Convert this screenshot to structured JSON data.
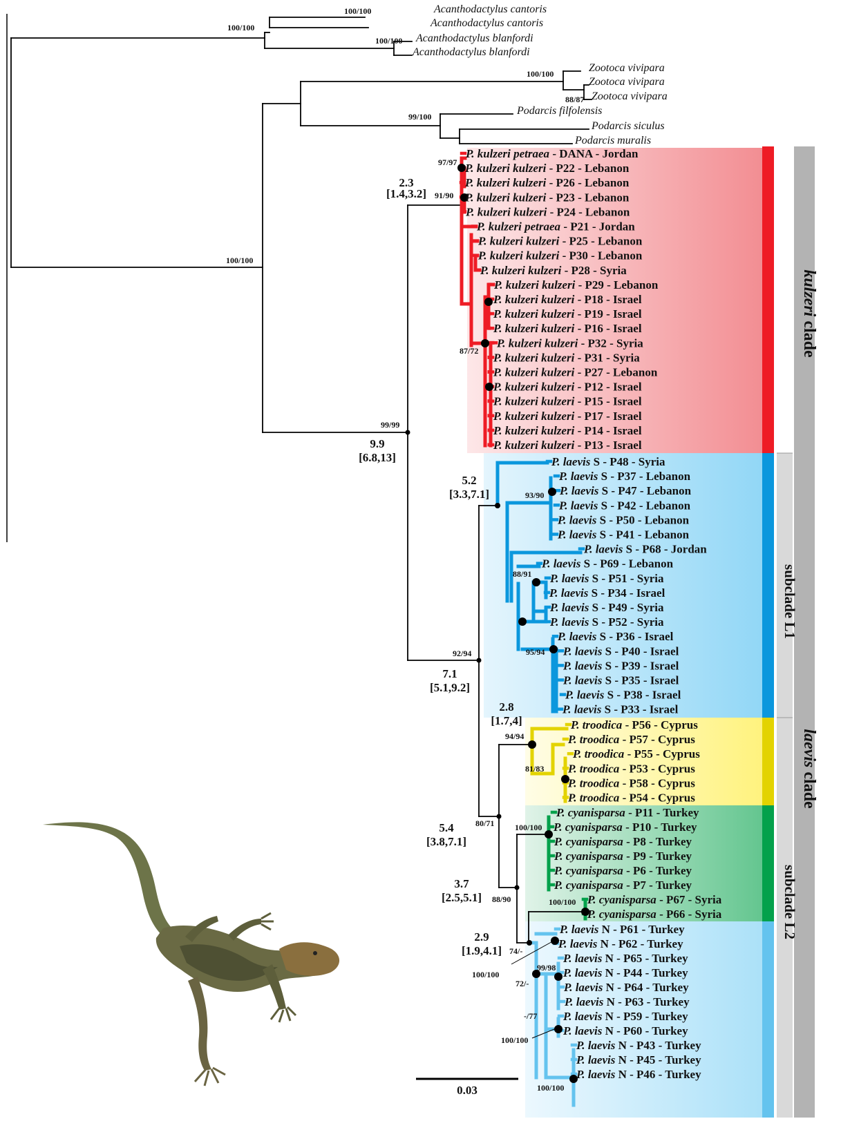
{
  "colors": {
    "kulzeri": "#ee1c25",
    "laevis_s": "#0b97dd",
    "troodica": "#e3d300",
    "cyanisparsa": "#04a14b",
    "laevis_n": "#64c3ee",
    "branch": "#000000",
    "clade_bar": "#b3b3b3",
    "subclade_bar": "#d9d9d9"
  },
  "outgroup_tips": [
    "Acanthodactylus cantoris",
    "Acanthodactylus cantoris",
    "Acanthodactylus blanfordi",
    "Acanthodactylus blanfordi",
    "Zootoca vivipara",
    "Zootoca vivipara",
    "Zootoca vivipara",
    "Podarcis filfolensis",
    "Podarcis siculus",
    "Podarcis muralis"
  ],
  "tips": {
    "kulzeri": [
      {
        "sp": "P. kulzeri petraea",
        "rest": " - DANA - Jordan"
      },
      {
        "sp": "P. kulzeri kulzeri",
        "rest": " - P22 - Lebanon"
      },
      {
        "sp": "P. kulzeri kulzeri",
        "rest": " - P26 - Lebanon"
      },
      {
        "sp": "P. kulzeri kulzeri",
        "rest": " - P23 - Lebanon"
      },
      {
        "sp": "P. kulzeri kulzeri",
        "rest": " - P24 - Lebanon"
      },
      {
        "sp": "P. kulzeri petraea",
        "rest": " - P21 - Jordan"
      },
      {
        "sp": "P. kulzeri kulzeri",
        "rest": " - P25 - Lebanon"
      },
      {
        "sp": "P. kulzeri kulzeri",
        "rest": " - P30 - Lebanon"
      },
      {
        "sp": "P. kulzeri kulzeri",
        "rest": " - P28 - Syria"
      },
      {
        "sp": "P. kulzeri kulzeri",
        "rest": " - P29 - Lebanon"
      },
      {
        "sp": "P. kulzeri kulzeri",
        "rest": " - P18 - Israel"
      },
      {
        "sp": "P. kulzeri kulzeri",
        "rest": " - P19 - Israel"
      },
      {
        "sp": "P. kulzeri kulzeri",
        "rest": " - P16 - Israel"
      },
      {
        "sp": "P. kulzeri kulzeri",
        "rest": " - P32 - Syria"
      },
      {
        "sp": "P. kulzeri kulzeri",
        "rest": " - P31 - Syria"
      },
      {
        "sp": "P. kulzeri kulzeri",
        "rest": " - P27 - Lebanon"
      },
      {
        "sp": "P. kulzeri kulzeri",
        "rest": " - P12 - Israel"
      },
      {
        "sp": "P. kulzeri kulzeri",
        "rest": " - P15 - Israel"
      },
      {
        "sp": "P. kulzeri kulzeri",
        "rest": " - P17 - Israel"
      },
      {
        "sp": "P. kulzeri kulzeri",
        "rest": " - P14 - Israel"
      },
      {
        "sp": "P. kulzeri kulzeri",
        "rest": " - P13 - Israel"
      }
    ],
    "laevis_s": [
      {
        "sp": "P. laevis",
        "rest": " S - P48 - Syria"
      },
      {
        "sp": "P. laevis",
        "rest": " S - P37 - Lebanon"
      },
      {
        "sp": "P. laevis",
        "rest": " S - P47 - Lebanon"
      },
      {
        "sp": "P. laevis",
        "rest": " S - P42 - Lebanon"
      },
      {
        "sp": "P. laevis",
        "rest": " S - P50 - Lebanon"
      },
      {
        "sp": "P. laevis",
        "rest": " S - P41 - Lebanon"
      },
      {
        "sp": "P. laevis",
        "rest": " S - P68 - Jordan"
      },
      {
        "sp": "P. laevis",
        "rest": " S - P69 - Lebanon"
      },
      {
        "sp": "P. laevis",
        "rest": " S - P51 - Syria"
      },
      {
        "sp": "P. laevis",
        "rest": " S - P34 - Israel"
      },
      {
        "sp": "P. laevis",
        "rest": " S - P49 - Syria"
      },
      {
        "sp": "P. laevis",
        "rest": " S - P52 - Syria"
      },
      {
        "sp": "P. laevis",
        "rest": " S - P36 - Israel"
      },
      {
        "sp": "P. laevis",
        "rest": " S - P40 - Israel"
      },
      {
        "sp": "P. laevis",
        "rest": " S - P39 - Israel"
      },
      {
        "sp": "P. laevis",
        "rest": " S - P35 - Israel"
      },
      {
        "sp": "P. laevis",
        "rest": " S - P38 - Israel"
      },
      {
        "sp": "P. laevis",
        "rest": " S - P33 - Israel"
      }
    ],
    "troodica": [
      {
        "sp": "P. troodica",
        "rest": " - P56 - Cyprus"
      },
      {
        "sp": "P. troodica",
        "rest": " - P57 - Cyprus"
      },
      {
        "sp": "P. troodica",
        "rest": " - P55 - Cyprus"
      },
      {
        "sp": "P. troodica",
        "rest": " - P53 - Cyprus"
      },
      {
        "sp": "P. troodica",
        "rest": " - P58 - Cyprus"
      },
      {
        "sp": "P. troodica",
        "rest": " - P54 - Cyprus"
      }
    ],
    "cyanisparsa": [
      {
        "sp": "P. cyanisparsa",
        "rest": " - P11 - Turkey"
      },
      {
        "sp": "P. cyanisparsa",
        "rest": " - P10 - Turkey"
      },
      {
        "sp": "P. cyanisparsa",
        "rest": " - P8 - Turkey"
      },
      {
        "sp": "P. cyanisparsa",
        "rest": " - P9 - Turkey"
      },
      {
        "sp": "P. cyanisparsa",
        "rest": " - P6 - Turkey"
      },
      {
        "sp": "P. cyanisparsa",
        "rest": " - P7 - Turkey"
      },
      {
        "sp": "P. cyanisparsa",
        "rest": " - P67 - Syria"
      },
      {
        "sp": "P. cyanisparsa",
        "rest": " - P66 - Syria"
      }
    ],
    "laevis_n": [
      {
        "sp": "P. laevis",
        "rest": " N - P61 - Turkey"
      },
      {
        "sp": "P. laevis",
        "rest": " N - P62 - Turkey"
      },
      {
        "sp": "P. laevis",
        "rest": " N - P65 - Turkey"
      },
      {
        "sp": "P. laevis",
        "rest": " N - P44 - Turkey"
      },
      {
        "sp": "P. laevis",
        "rest": " N - P64 - Turkey"
      },
      {
        "sp": "P. laevis",
        "rest": " N - P63 - Turkey"
      },
      {
        "sp": "P. laevis",
        "rest": " N - P59 - Turkey"
      },
      {
        "sp": "P. laevis",
        "rest": " N - P60 - Turkey"
      },
      {
        "sp": "P. laevis",
        "rest": " N - P43 - Turkey"
      },
      {
        "sp": "P. laevis",
        "rest": " N - P45 - Turkey"
      },
      {
        "sp": "P. laevis",
        "rest": " N - P46 - Turkey"
      }
    ]
  },
  "support": {
    "acanth_root": "100/100",
    "cantoris": "100/100",
    "blanfordi": "100/100",
    "ingroup_root": "100/100",
    "zootoca": "100/100",
    "zootoca_inner": "88/87",
    "podarcis": "99/100",
    "kulzeri_a": "97/97",
    "kulzeri_b": "91/90",
    "kulzeri_c": "87/72",
    "kul_lae": "99/99",
    "laevis": "92/94",
    "l1_a": "93/90",
    "l1_b": "88/91",
    "l1_c": "95/94",
    "troodica": "94/94",
    "troodica_inner": "81/83",
    "l2": "80/71",
    "cyanisparsa": "100/100",
    "cyan_laevisn": "88/90",
    "cyanisparsa_syria": "100/100",
    "laevisn": "74/-",
    "laevisn_a": "100/100",
    "laevisn_b": "72/-",
    "laevisn_c": "99/98",
    "laevisn_d": "-/77",
    "laevisn_e": "100/100",
    "laevisn_f": "100/100"
  },
  "ages": [
    {
      "mean": "2.3",
      "hpd": "[1.4,3.2]"
    },
    {
      "mean": "9.9",
      "hpd": "[6.8,13]"
    },
    {
      "mean": "5.2",
      "hpd": "[3.3,7.1]"
    },
    {
      "mean": "7.1",
      "hpd": "[5.1,9.2]"
    },
    {
      "mean": "2.8",
      "hpd": "[1.7,4]"
    },
    {
      "mean": "5.4",
      "hpd": "[3.8,7.1]"
    },
    {
      "mean": "3.7",
      "hpd": "[2.5,5.1]"
    },
    {
      "mean": "2.9",
      "hpd": "[1.9,4.1]"
    }
  ],
  "clades": {
    "kulzeri_word": "kulzeri",
    "kulzeri_suffix": " clade",
    "laevis_word": "laevis",
    "laevis_suffix": " clade",
    "subclade_l1": "subclade L1",
    "subclade_l2": "subclade L2"
  },
  "scale_bar": "0.03"
}
